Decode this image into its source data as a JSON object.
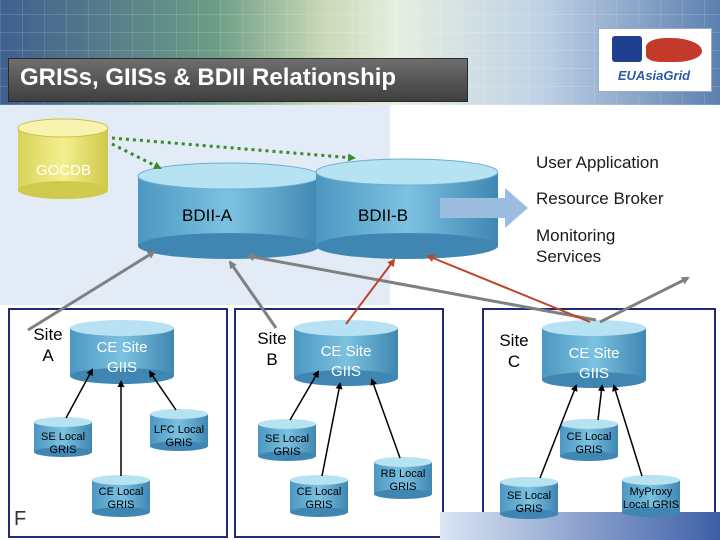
{
  "title": "GRISs, GIISs & BDII Relationship",
  "logo_text": "EUAsiaGrid",
  "databases": {
    "gocdb": "GOCDB",
    "bdii_a": "BDII-A",
    "bdii_b": "BDII-B"
  },
  "external": {
    "user_application": "User Application",
    "resource_broker": "Resource Broker",
    "monitoring_services": "Monitoring Services"
  },
  "sites": {
    "a": {
      "label": "Site A",
      "site_ce": "CE Site GIIS",
      "nodes": {
        "se": "SE Local GRIS",
        "lfc": "LFC Local GRIS",
        "ce": "CE Local GRIS"
      }
    },
    "b": {
      "label": "Site B",
      "site_ce": "CE Site GIIS",
      "nodes": {
        "se": "SE Local GRIS",
        "ce": "CE Local GRIS",
        "rb": "RB Local GRIS"
      }
    },
    "c": {
      "label": "Site C",
      "site_ce": "CE Site GIIS",
      "nodes": {
        "ce": "CE Local GRIS",
        "se": "SE Local GRIS",
        "myproxy": "MyProxy Local GRIS"
      }
    }
  },
  "footer_letter": "F",
  "colors": {
    "site_border": "#1f2a78",
    "gray_arrow": "#808080",
    "red_arrow": "#c0442a",
    "green_dotted": "#3a8a2a",
    "cylinder_top": "#a9d9ec",
    "cylinder_body": "#5aa8cc",
    "gocdb_body": "#e8e272"
  },
  "icons": [
    "database-cylinder-icon",
    "arrow-right-icon"
  ]
}
